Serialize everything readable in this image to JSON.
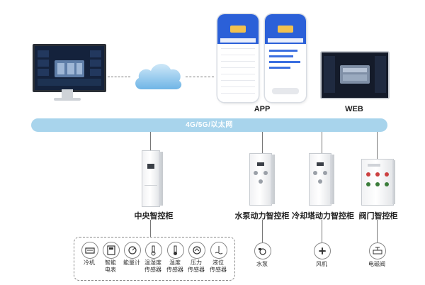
{
  "clients": {
    "app_label": "APP",
    "web_label": "WEB"
  },
  "network": {
    "label": "4G/5G/以太网"
  },
  "cabinets": [
    {
      "label": "中央智控柜"
    },
    {
      "label": "水泵动力智控柜"
    },
    {
      "label": "冷却塔动力智控柜"
    },
    {
      "label": "阀门智控柜"
    }
  ],
  "central_devices": [
    {
      "label": "冷机",
      "icon": "chiller-icon"
    },
    {
      "label": "智能\n电表",
      "icon": "smart-meter-icon"
    },
    {
      "label": "能量计",
      "icon": "energy-meter-icon"
    },
    {
      "label": "温湿度\n传感器",
      "icon": "temp-humidity-sensor-icon"
    },
    {
      "label": "温度\n传感器",
      "icon": "temperature-sensor-icon"
    },
    {
      "label": "压力\n传感器",
      "icon": "pressure-sensor-icon"
    },
    {
      "label": "液位\n传感器",
      "icon": "level-sensor-icon"
    }
  ],
  "pump_device": {
    "label": "水泵",
    "icon": "water-pump-icon"
  },
  "fan_device": {
    "label": "风机",
    "icon": "fan-icon"
  },
  "valve_device": {
    "label": "电磁阀",
    "icon": "solenoid-valve-icon"
  },
  "colors": {
    "network_bar": "#a8d4ec",
    "app_header": "#2b60d8",
    "dark_screen": "#1b2a44"
  }
}
